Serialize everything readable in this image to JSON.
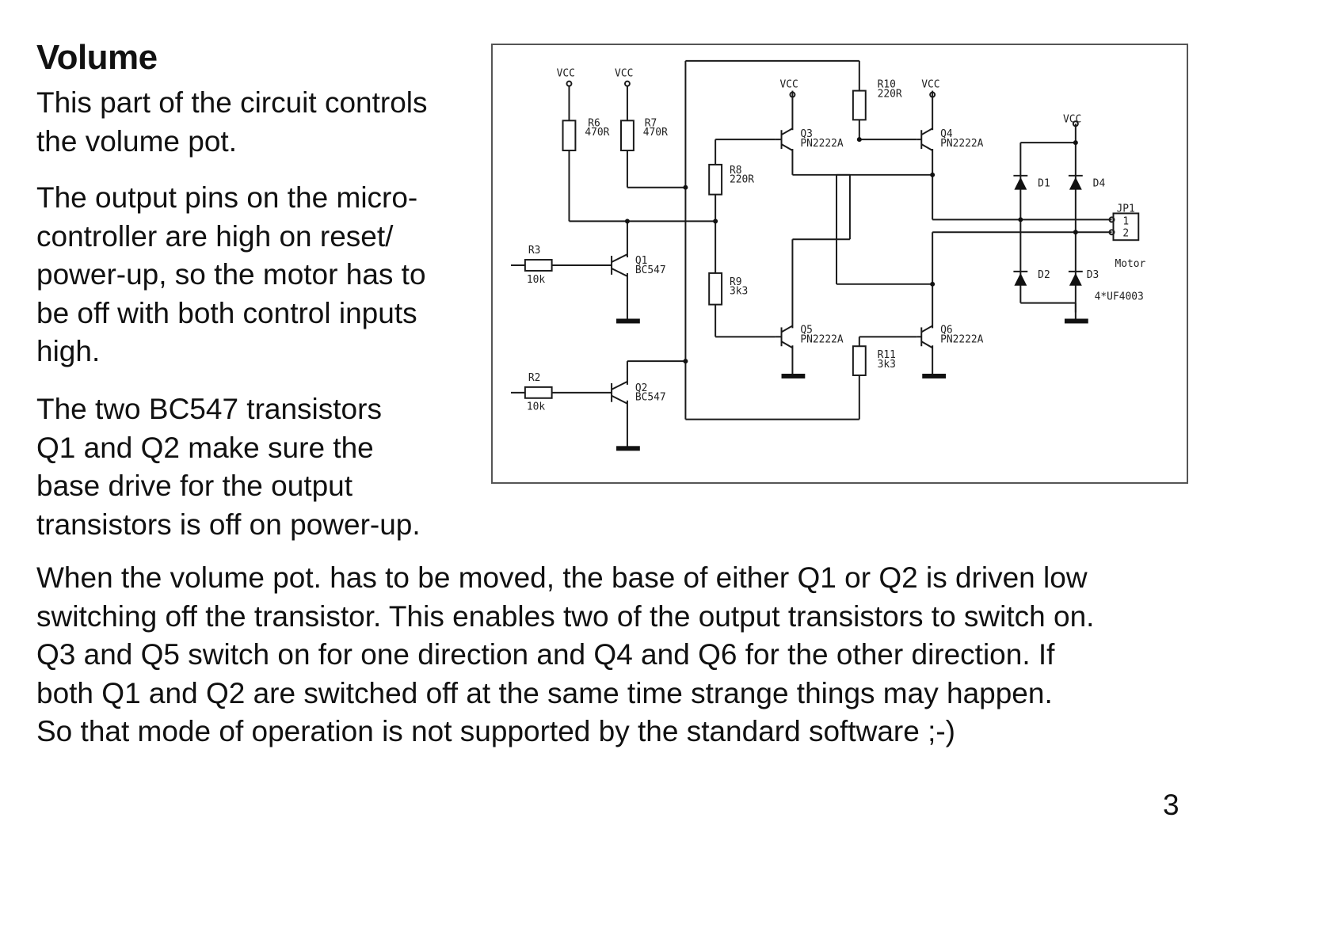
{
  "heading": "Volume",
  "paragraphs": [
    "This part of the circuit controls\nthe volume pot.",
    "The output pins on the micro-\ncontroller are high on reset/\npower-up, so the motor has to\nbe off with both control inputs\nhigh.",
    "The two BC547 transistors\nQ1 and Q2 make sure the\nbase drive for the output\ntransistors is off on power-up.",
    "When the volume pot. has to be moved, the base of either Q1 or Q2 is driven low\nswitching off the transistor. This enables two of the output transistors to switch on.\nQ3 and Q5 switch on for one direction and Q4 and Q6 for the other direction. If\nboth Q1 and Q2 are switched off at the same time strange things may happen.\nSo that mode of operation is not supported by the standard software ;-)"
  ],
  "page_number": "3",
  "schematic": {
    "vcc": "VCC",
    "r6": "R6",
    "r6_val": "470R",
    "r7": "R7",
    "r7_val": "470R",
    "r8": "R8",
    "r8_val": "220R",
    "r9": "R9",
    "r9_val": "3k3",
    "r10": "R10",
    "r10_val": "220R",
    "r11": "R11",
    "r11_val": "3k3",
    "r3": "R3",
    "r3_val": "10k",
    "r2": "R2",
    "r2_val": "10k",
    "q1": "Q1",
    "q1_val": "BC547",
    "q2": "Q2",
    "q2_val": "BC547",
    "q3": "Q3",
    "q3_val": "PN2222A",
    "q4": "Q4",
    "q4_val": "PN2222A",
    "q5": "Q5",
    "q5_val": "PN2222A",
    "q6": "Q6",
    "q6_val": "PN2222A",
    "d1": "D1",
    "d2": "D2",
    "d3": "D3",
    "d4": "D4",
    "diode_type": "4*UF4003",
    "jp1": "JP1",
    "pin1": "1",
    "pin2": "2",
    "motor": "Motor"
  }
}
